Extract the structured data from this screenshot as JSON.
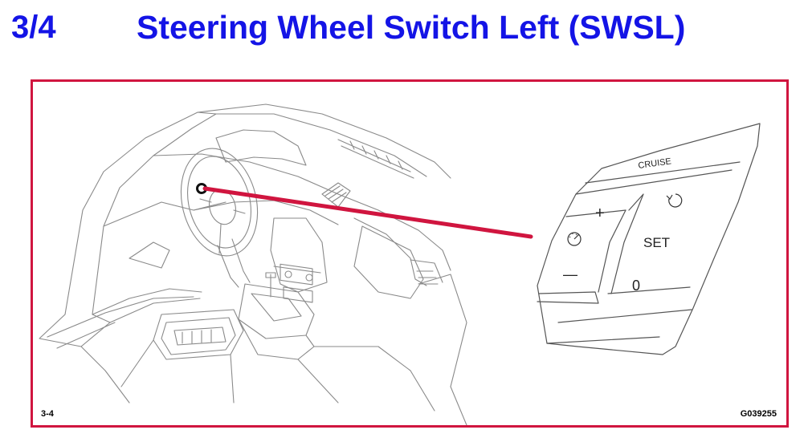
{
  "header": {
    "page_number": "3/4",
    "title": "Steering Wheel Switch Left (SWSL)"
  },
  "figure": {
    "ref": "3-4",
    "code": "G039255",
    "switch_labels": {
      "cruise": "CRUISE",
      "plus": "+",
      "minus": "—",
      "set": "SET",
      "zero": "0"
    },
    "icons": [
      "speedometer-icon",
      "resume-icon"
    ],
    "colors": {
      "title": "#1414e6",
      "frame": "#d0153f",
      "pointer_line": "#d0153f"
    }
  }
}
